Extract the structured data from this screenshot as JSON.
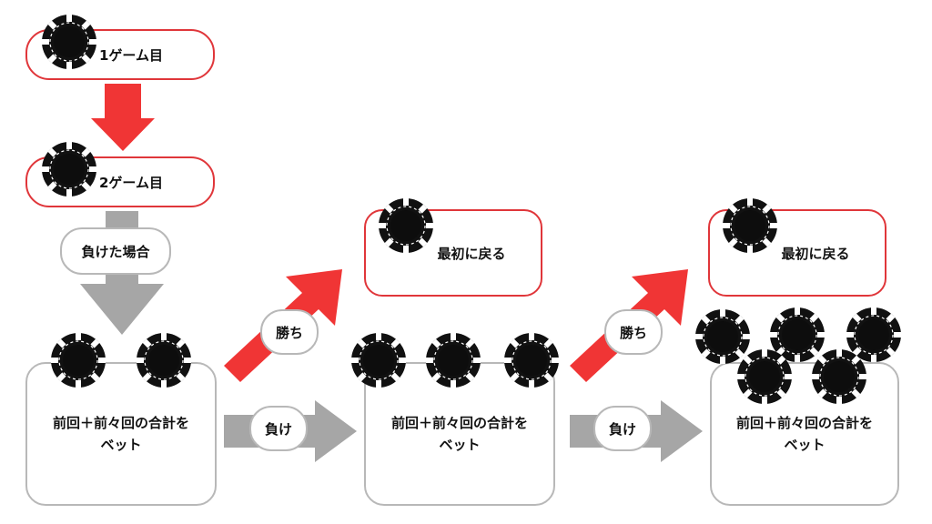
{
  "steps": {
    "game1": "1ゲーム目",
    "game2": "2ゲーム目",
    "if_lose": "負けた場合"
  },
  "columns": [
    {
      "bet_line1": "前回＋前々回の合計を",
      "bet_line2": "ベット"
    },
    {
      "win_label": "勝ち",
      "lose_label": "負け",
      "return_label": "最初に戻る",
      "bet_line1": "前回＋前々回の合計を",
      "bet_line2": "ベット"
    },
    {
      "win_label": "勝ち",
      "lose_label": "負け",
      "return_label": "最初に戻る",
      "bet_line1": "前回＋前々回の合計を",
      "bet_line2": "ベット"
    }
  ],
  "colors": {
    "win_arrow": "#f03535",
    "lose_arrow": "#a6a6a6",
    "box_border_red": "#e0363a",
    "box_border_gray": "#b8b8b8",
    "chip": "#111111"
  }
}
